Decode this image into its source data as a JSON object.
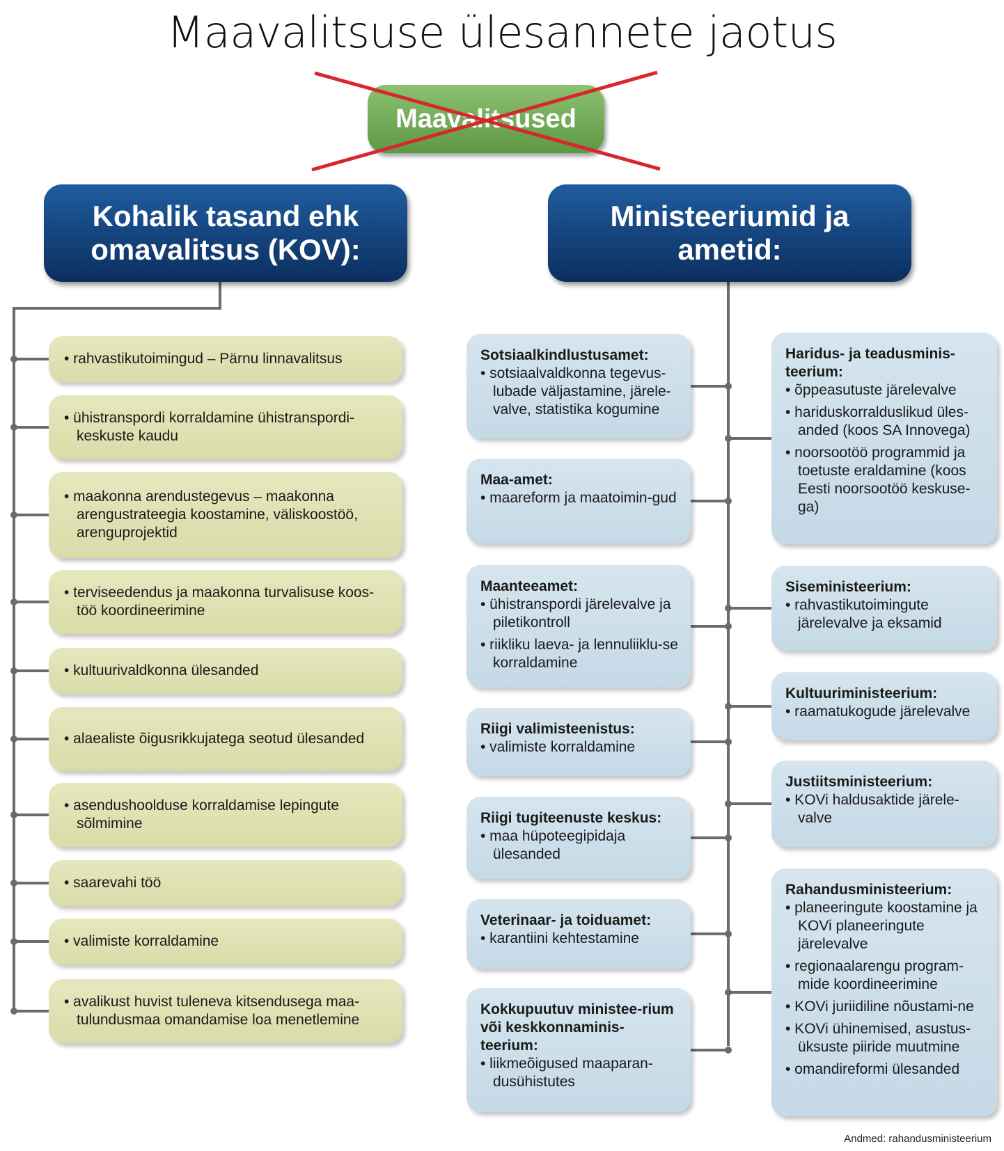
{
  "title": "Maavalitsuse ülesannete jaotus",
  "abolished": "Maavalitsused",
  "left_header": "Kohalik tasand ehk omavalitsus (KOV):",
  "right_header": "Ministeeriumid ja ametid:",
  "kov_items": [
    "rahvastikutoimingud – Pärnu linnavalitsus",
    "ühistranspordi korraldamine ühistranspordi-keskuste kaudu",
    "maakonna arendustegevus – maakonna arengustrateegia koostamine, väliskoostöö, arenguprojektid",
    "terviseedendus ja maakonna turvalisuse koos-töö koordineerimine",
    "kultuurivaldkonna ülesanded",
    "alaealiste õigusrikkujatega seotud ülesanded",
    "asendushoolduse korraldamise lepingute sõlmimine",
    "saarevahi töö",
    "valimiste korraldamine",
    "avalikust huvist tuleneva kitsendusega maa-tulundusmaa omandamise loa menetlemine"
  ],
  "agencies": [
    {
      "name": "Sotsiaalkindlustusamet:",
      "items": [
        "sotsiaalvaldkonna tegevus-lubade väljastamine, järele-valve, statistika kogumine"
      ]
    },
    {
      "name": "Maa-amet:",
      "items": [
        "maareform ja maatoimin-gud"
      ]
    },
    {
      "name": "Maanteeamet:",
      "items": [
        "ühistranspordi järelevalve ja piletikontroll",
        "riikliku laeva- ja lennuliiklu-se korraldamine"
      ]
    },
    {
      "name": "Riigi valimisteenistus:",
      "items": [
        "valimiste korraldamine"
      ]
    },
    {
      "name": "Riigi tugiteenuste keskus:",
      "items": [
        "maa hüpoteegipidaja ülesanded"
      ]
    },
    {
      "name": "Veterinaar- ja toiduamet:",
      "items": [
        "karantiini kehtestamine"
      ]
    },
    {
      "name": "Kokkupuutuv ministee-rium või keskkonnaminis-teerium:",
      "items": [
        "liikmeõigused maaparan-dusühistutes"
      ]
    }
  ],
  "ministries": [
    {
      "name": "Haridus- ja teadusminis-teerium:",
      "items": [
        "õppeasutuste järelevalve",
        "hariduskorralduslikud üles-anded (koos SA Innovega)",
        "noorsootöö programmid ja toetuste eraldamine (koos Eesti noorsootöö keskuse-ga)"
      ]
    },
    {
      "name": "Siseministeerium:",
      "items": [
        "rahvastikutoimingute järelevalve ja eksamid"
      ]
    },
    {
      "name": "Kultuuriministeerium:",
      "items": [
        "raamatukogude järelevalve"
      ]
    },
    {
      "name": "Justiitsministeerium:",
      "items": [
        "KOVi haldusaktide järele-valve"
      ]
    },
    {
      "name": "Rahandusministeerium:",
      "items": [
        "planeeringute koostamine ja KOVi planeeringute järelevalve",
        "regionaalarengu program-mide koordineerimine",
        "KOVi juriidiline nõustami-ne",
        "KOVi ühinemised, asustus-üksuste piiride muutmine",
        "omandireformi ülesanded"
      ]
    }
  ],
  "source": "Andmed: rahandusministeerium",
  "colors": {
    "green": "#6aa84f",
    "navy": "#123d73",
    "olive_box": "#dfe1b3",
    "blue_box": "#cddfea",
    "cross": "#d8262e",
    "connector": "#6b6b6b"
  }
}
